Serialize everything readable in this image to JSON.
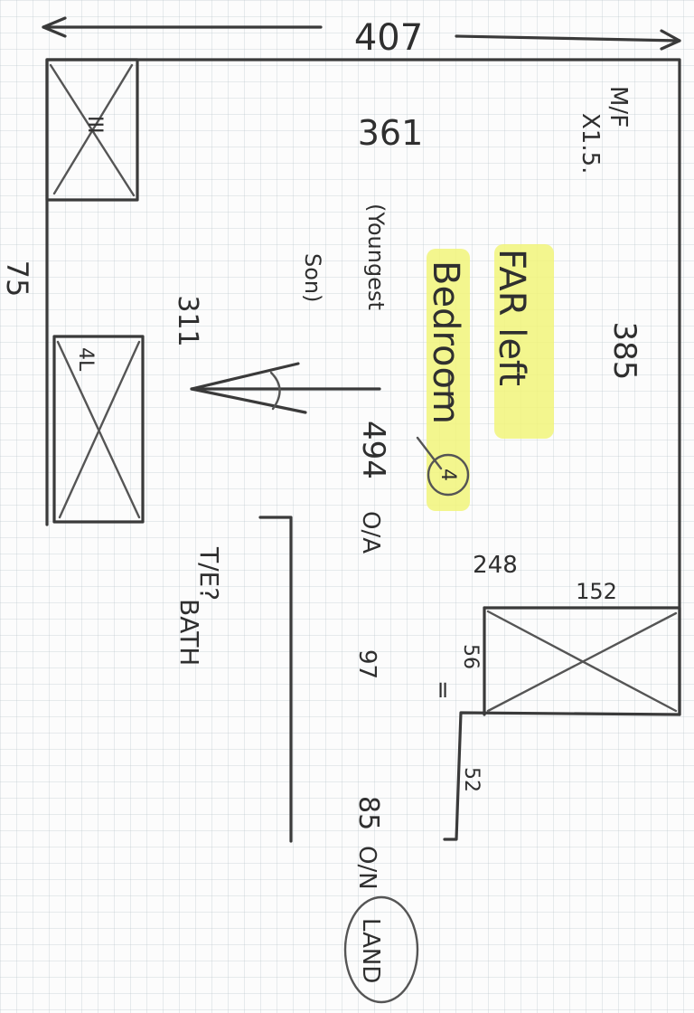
{
  "dimensions": {
    "top_width": "407",
    "top_inner": "361",
    "left_gap": "75",
    "left_wall": "311",
    "right_wall": "385",
    "center_length": "494",
    "center_length_note": "O/A",
    "lower_width": "248",
    "box_width": "152",
    "box_side": "56",
    "box_side_mark": "=",
    "step": "52",
    "corridor": "97",
    "bottom": "85",
    "bottom_note": "O/N"
  },
  "labels": {
    "corner_note_1": "M/F",
    "corner_note_2": "X1.5.",
    "room_name_1": "FAR left",
    "room_name_2": "Bedroom",
    "room_number": "4",
    "occupant_1": "(Youngest",
    "occupant_2": "Son)",
    "wardrobe_top_mark": "III",
    "wardrobe_left_mark": "4L",
    "adjacent_1": "T/E?",
    "adjacent_2": "BATH",
    "landing": "LAND"
  }
}
